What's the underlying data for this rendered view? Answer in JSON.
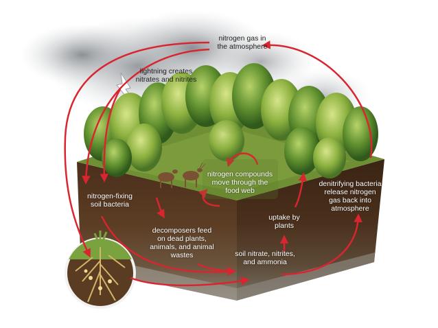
{
  "labels": {
    "atmosphere": "nitrogen gas in\nthe atmosphere",
    "lightning": "lightning creates\nnitrates and nitrites",
    "fixing_bacteria": "nitrogen-fixing\nsoil bacteria",
    "food_web": "nitrogen compounds\nmove through the\nfood web",
    "denitrifying": "denitrifying bacteria\nrelease nitrogen\ngas back into\natmosphere",
    "uptake": "uptake by\nplants",
    "decomposers": "decomposers feed\non dead plants,\nanimals, and animal\nwastes",
    "soil_compounds": "soil nitrate, nitrites,\nand ammonia"
  },
  "colors": {
    "arrow": "#d9252f",
    "soil_top": "#5a3a22",
    "soil_mid": "#3d2616",
    "grass": "#6f8f34",
    "cloud": "#b9bcbf"
  }
}
